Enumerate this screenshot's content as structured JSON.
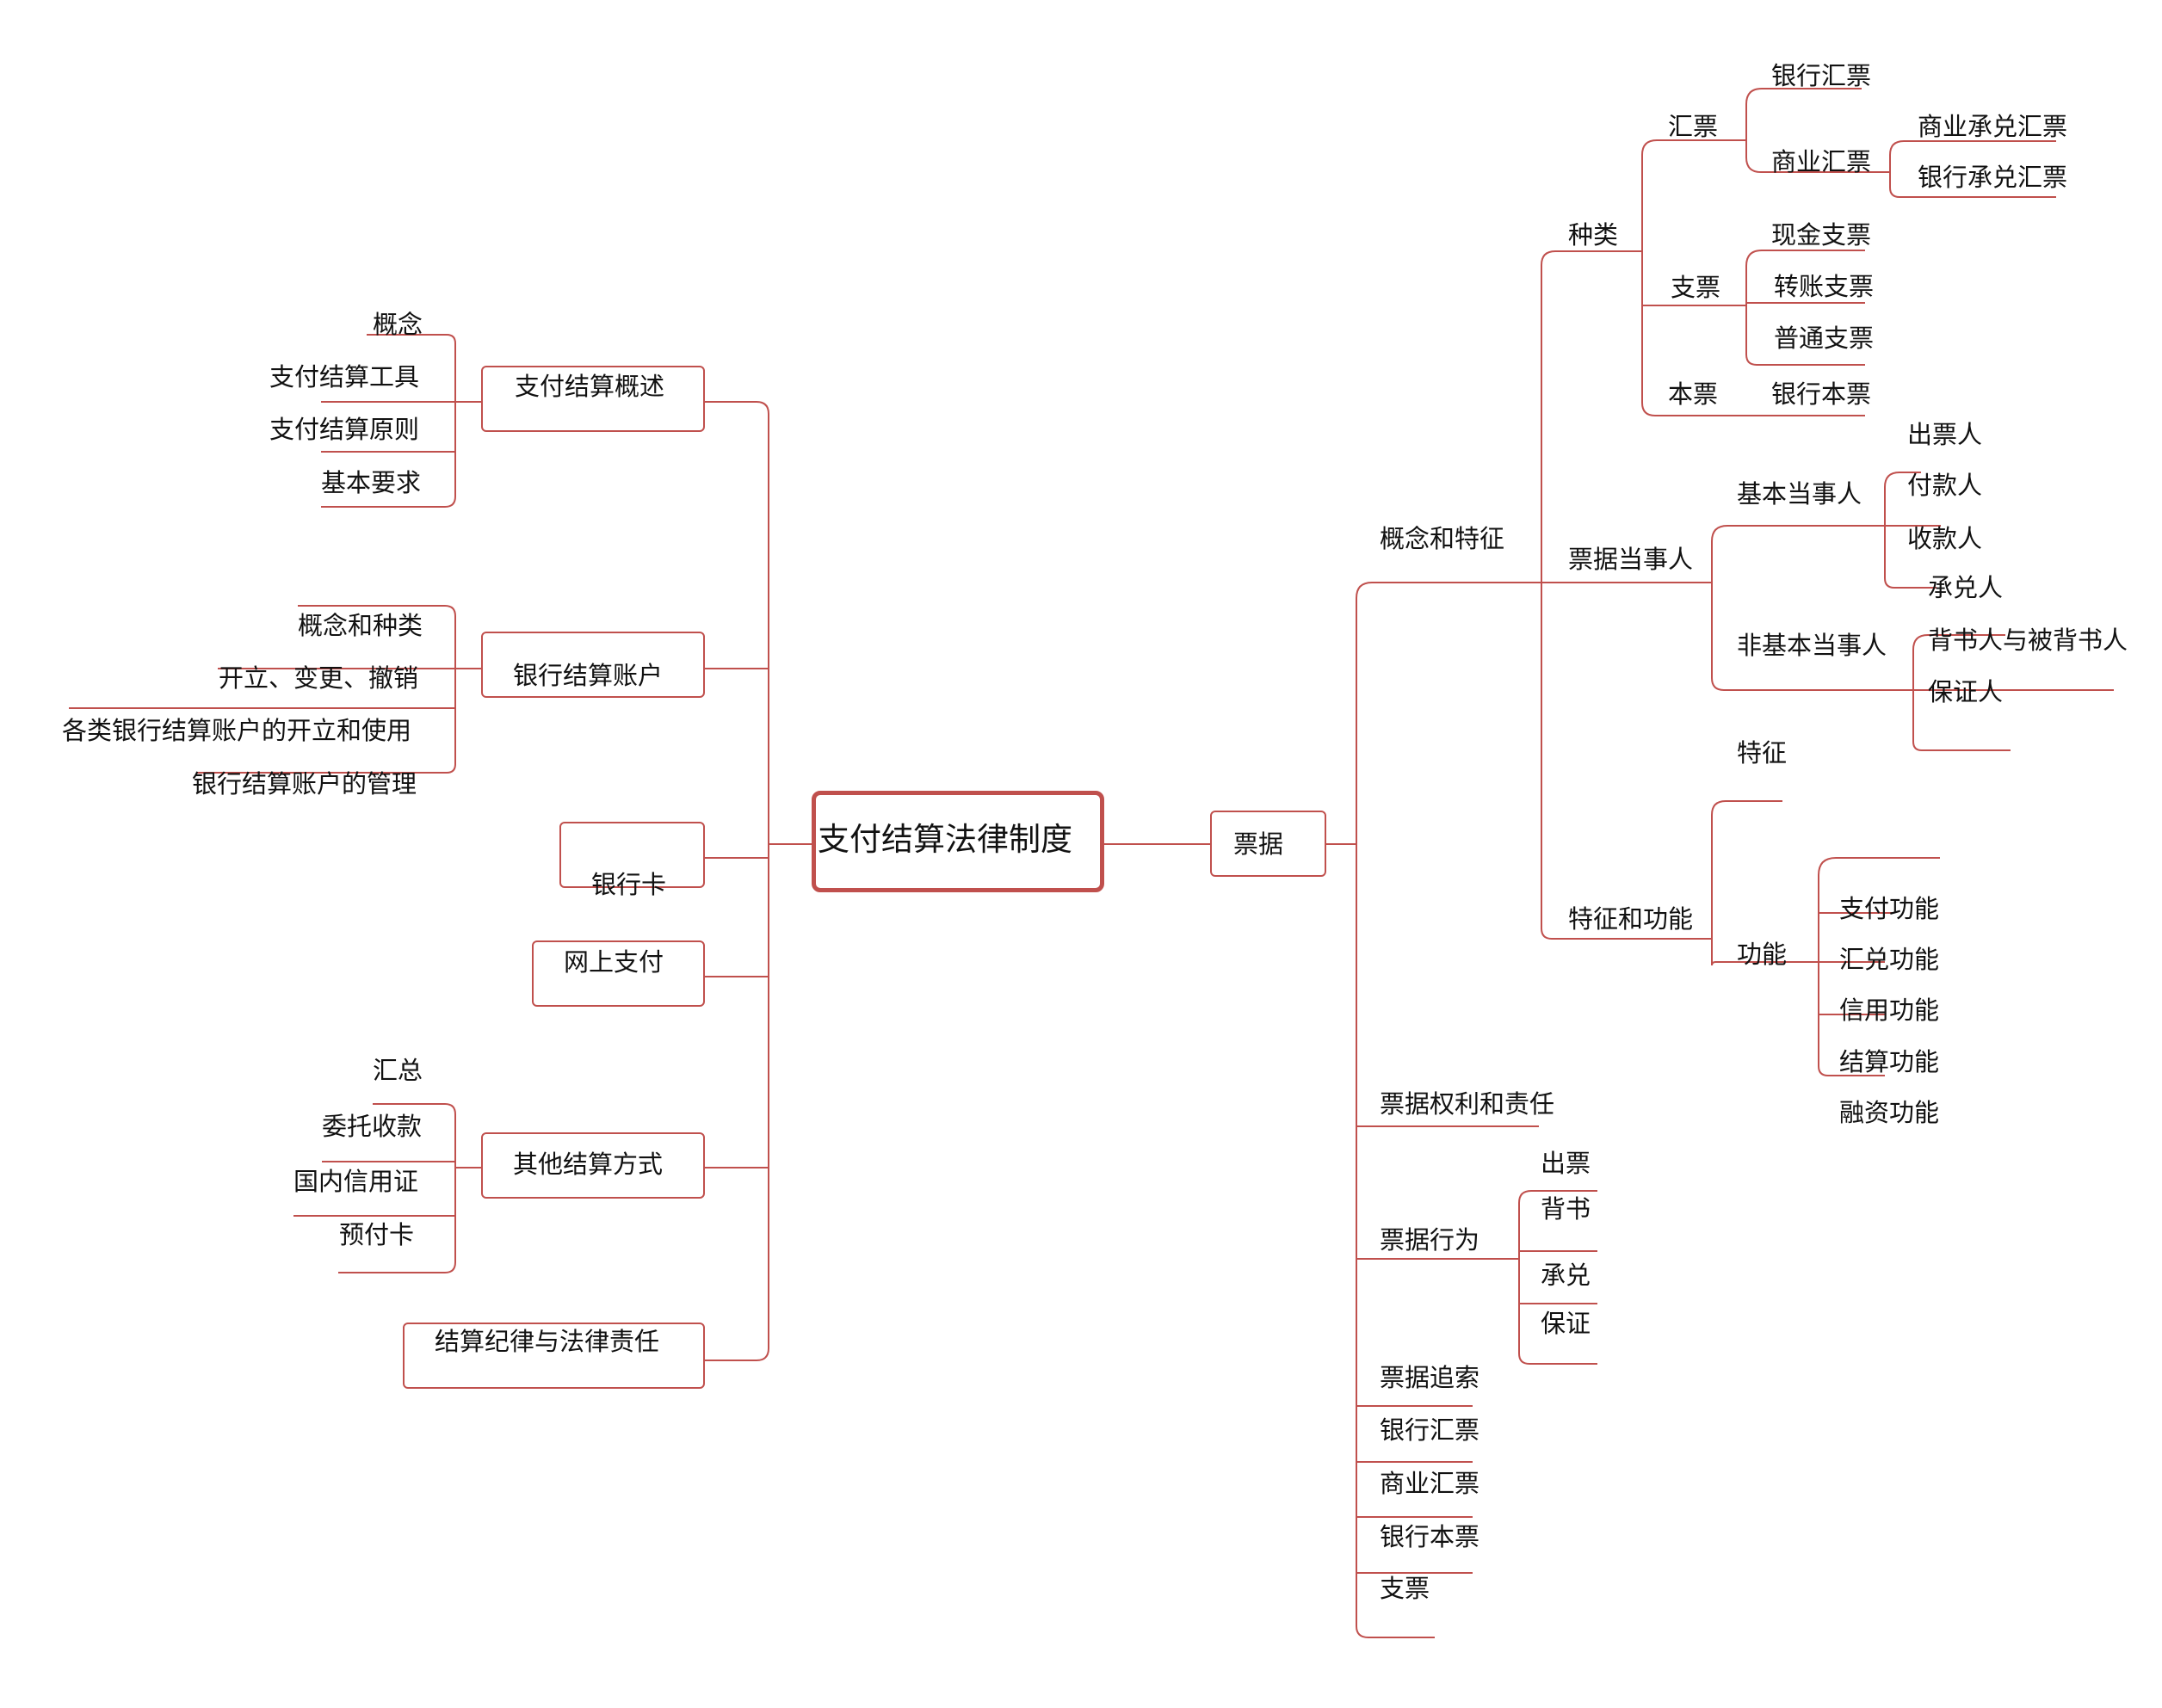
{
  "root": "支付结算法律制度",
  "left": {
    "overview": {
      "label": "支付结算概述",
      "children": [
        "概念",
        "支付结算工具",
        "支付结算原则",
        "基本要求"
      ]
    },
    "account": {
      "label": "银行结算账户",
      "children": [
        "概念和种类",
        "开立、变更、撤销",
        "各类银行结算账户的开立和使用",
        "银行结算账户的管理"
      ]
    },
    "card": {
      "label": "银行卡"
    },
    "online": {
      "label": "网上支付"
    },
    "other": {
      "label": "其他结算方式",
      "children": [
        "汇总",
        "委托收款",
        "国内信用证",
        "预付卡"
      ]
    },
    "discipline": {
      "label": "结算纪律与法律责任"
    }
  },
  "right": {
    "bill": "票据",
    "concept": "概念和特征",
    "types": "种类",
    "draft": "汇票",
    "bank_draft": "银行汇票",
    "commercial_draft": "商业汇票",
    "commercial_acceptance": "商业承兑汇票",
    "bank_acceptance": "银行承兑汇票",
    "cheque": "支票",
    "cash_cheque": "现金支票",
    "transfer_cheque": "转账支票",
    "ordinary_cheque": "普通支票",
    "promissory": "本票",
    "bank_promissory": "银行本票",
    "parties": "票据当事人",
    "basic_parties": "基本当事人",
    "drawer": "出票人",
    "payer": "付款人",
    "payee": "收款人",
    "acceptor": "承兑人",
    "non_basic_parties": "非基本当事人",
    "endorser": "背书人与被背书人",
    "guarantor": "保证人",
    "features_functions": "特征和功能",
    "features": "特征",
    "functions": "功能",
    "f_payment": "支付功能",
    "f_remit": "汇兑功能",
    "f_credit": "信用功能",
    "f_settle": "结算功能",
    "f_finance": "融资功能",
    "rights": "票据权利和责任",
    "acts": "票据行为",
    "act_issue": "出票",
    "act_endorse": "背书",
    "act_accept": "承兑",
    "act_guarantee": "保证",
    "recourse": "票据追索",
    "sec_bank_draft": "银行汇票",
    "sec_commercial_draft": "商业汇票",
    "sec_bank_promissory": "银行本票",
    "sec_cheque": "支票"
  },
  "colors": {
    "line": "#c0504d",
    "text": "#111111",
    "background": "#ffffff"
  }
}
